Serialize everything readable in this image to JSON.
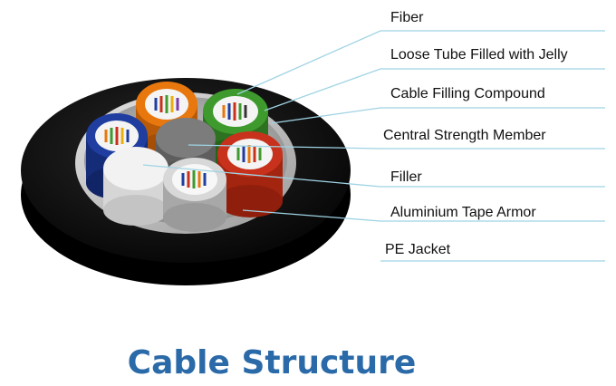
{
  "labels": [
    {
      "id": "fiber",
      "text": "Fiber"
    },
    {
      "id": "loose-tube",
      "text": "Loose Tube Filled with Jelly"
    },
    {
      "id": "filling-compound",
      "text": "Cable Filling Compound"
    },
    {
      "id": "central-member",
      "text": "Central Strength Member"
    },
    {
      "id": "filler",
      "text": "Filler"
    },
    {
      "id": "tape-armor",
      "text": "Aluminium Tape Armor"
    },
    {
      "id": "pe-jacket",
      "text": "PE  Jacket"
    }
  ],
  "caption": "Cable Structure",
  "colors": {
    "leader_line": "#9fd3e4",
    "caption": "#2b6aa8",
    "jacket": "#0a0a0a",
    "tube_orange": "#e8780e",
    "tube_green": "#3f9a2e",
    "tube_blue": "#1f3ea0",
    "tube_red": "#c8321c",
    "tube_white": "#d8d8d8",
    "central_member": "#7c7c7c",
    "filler": "#f2f2f2"
  }
}
